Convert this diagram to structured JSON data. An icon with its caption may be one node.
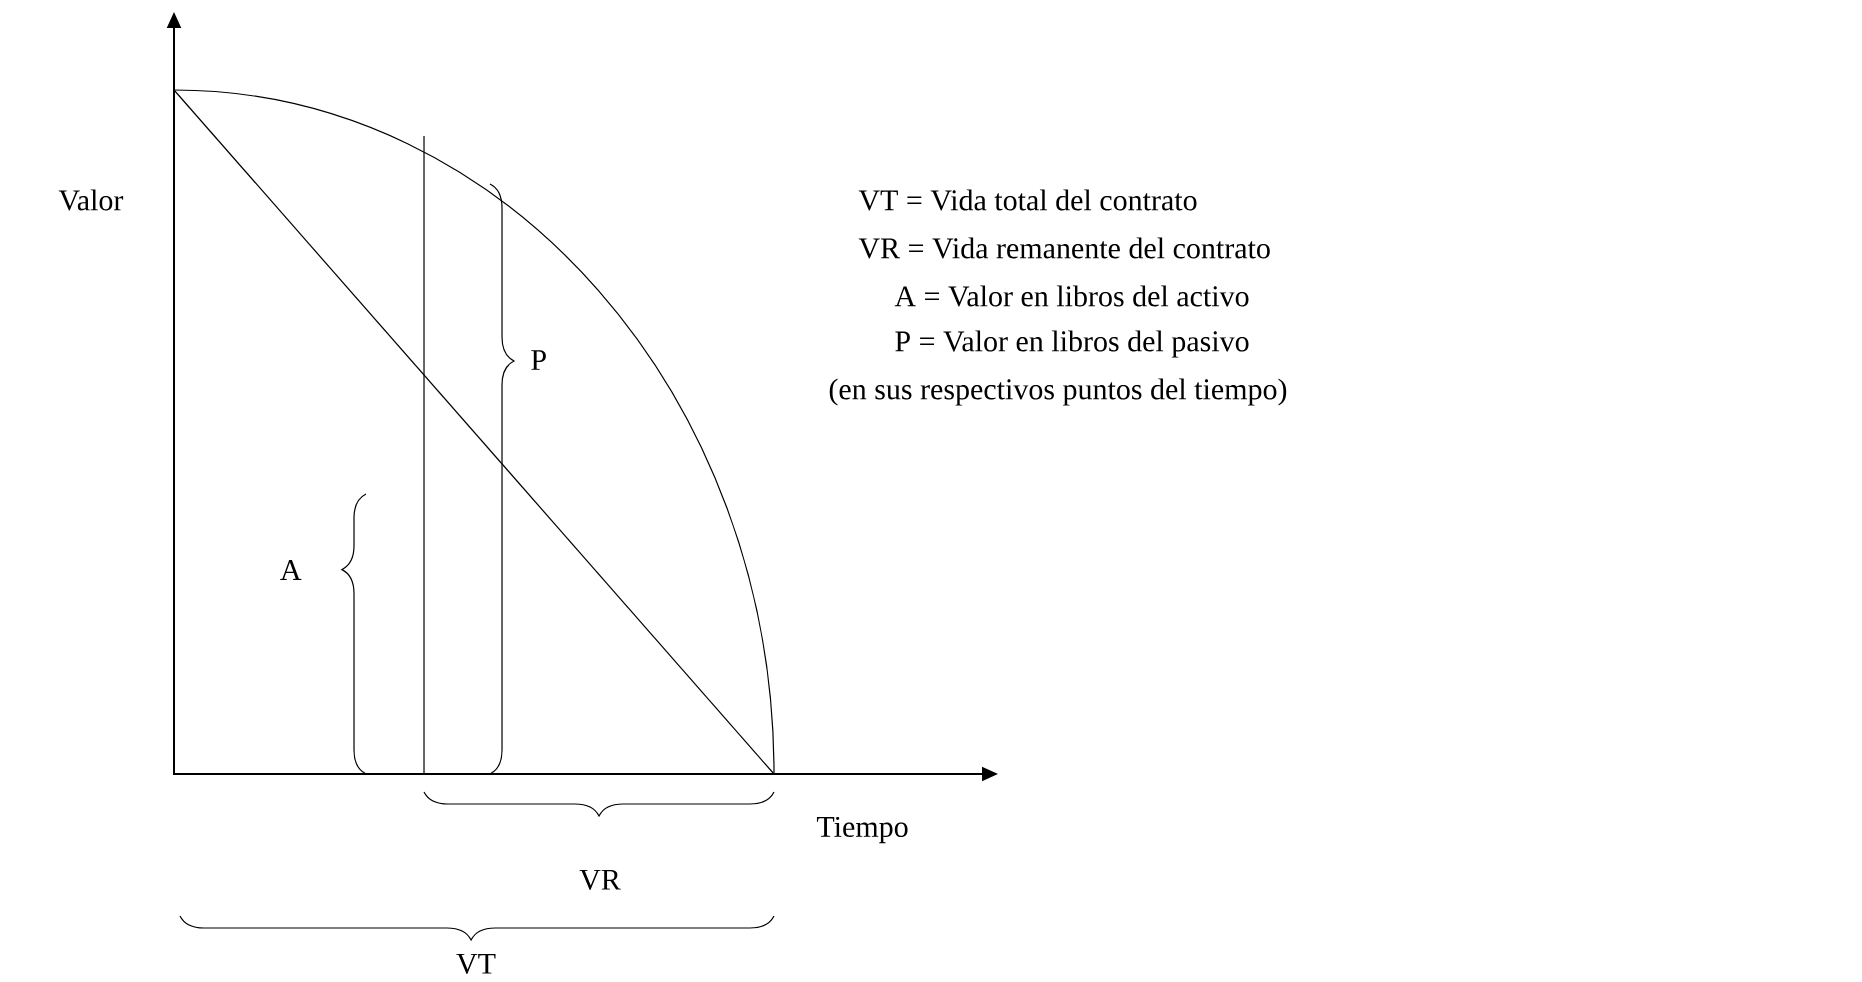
{
  "diagram": {
    "labels": [
      "Valor",
      "VT = Vida total del contrato",
      "VR = Vida remanente del contrato",
      "A = Valor en libros del activo",
      "P = Valor en libros del pasivo",
      "(en sus respectivos puntos del tiempo)",
      "P",
      "A",
      "Tiempo",
      "VR",
      "VT"
    ]
  }
}
